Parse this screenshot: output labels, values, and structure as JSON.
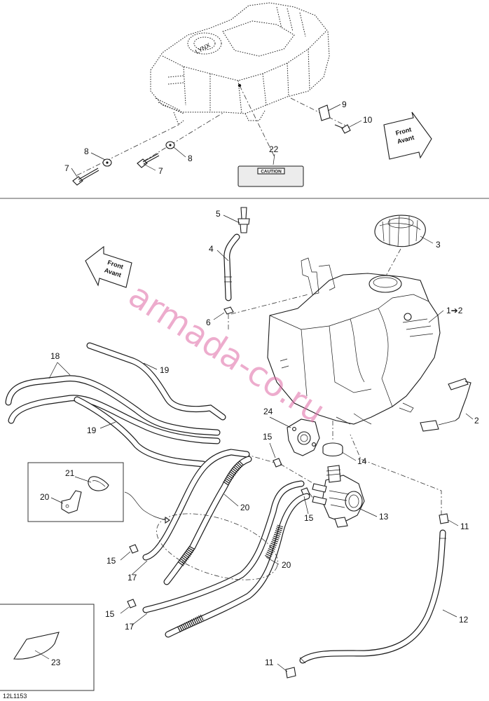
{
  "callouts": [
    {
      "id": "c1",
      "label": "1➔2"
    },
    {
      "id": "c2",
      "label": "2"
    },
    {
      "id": "c3",
      "label": "3"
    },
    {
      "id": "c4",
      "label": "4"
    },
    {
      "id": "c5",
      "label": "5"
    },
    {
      "id": "c6",
      "label": "6"
    },
    {
      "id": "c7a",
      "label": "7"
    },
    {
      "id": "c7b",
      "label": "7"
    },
    {
      "id": "c8a",
      "label": "8"
    },
    {
      "id": "c8b",
      "label": "8"
    },
    {
      "id": "c9",
      "label": "9"
    },
    {
      "id": "c10",
      "label": "10"
    },
    {
      "id": "c11a",
      "label": "11"
    },
    {
      "id": "c11b",
      "label": "11"
    },
    {
      "id": "c12",
      "label": "12"
    },
    {
      "id": "c13",
      "label": "13"
    },
    {
      "id": "c14",
      "label": "14"
    },
    {
      "id": "c15a",
      "label": "15"
    },
    {
      "id": "c15b",
      "label": "15"
    },
    {
      "id": "c15c",
      "label": "15"
    },
    {
      "id": "c15d",
      "label": "15"
    },
    {
      "id": "c17a",
      "label": "17"
    },
    {
      "id": "c17b",
      "label": "17"
    },
    {
      "id": "c18",
      "label": "18"
    },
    {
      "id": "c19a",
      "label": "19"
    },
    {
      "id": "c19b",
      "label": "19"
    },
    {
      "id": "c20a",
      "label": "20"
    },
    {
      "id": "c20b",
      "label": "20"
    },
    {
      "id": "c20c",
      "label": "20"
    },
    {
      "id": "c21",
      "label": "21"
    },
    {
      "id": "c22",
      "label": "22"
    },
    {
      "id": "c23",
      "label": "23"
    },
    {
      "id": "c24",
      "label": "24"
    }
  ],
  "direction_arrows": {
    "top": {
      "line1": "Front",
      "line2": "Avant"
    },
    "bottom": {
      "line1": "Front",
      "line2": "Avant"
    }
  },
  "decal_text": "CAUTION",
  "tank_logo_text": "LYNX",
  "watermark": "armada-co.ru",
  "reference_code": "12L1153"
}
